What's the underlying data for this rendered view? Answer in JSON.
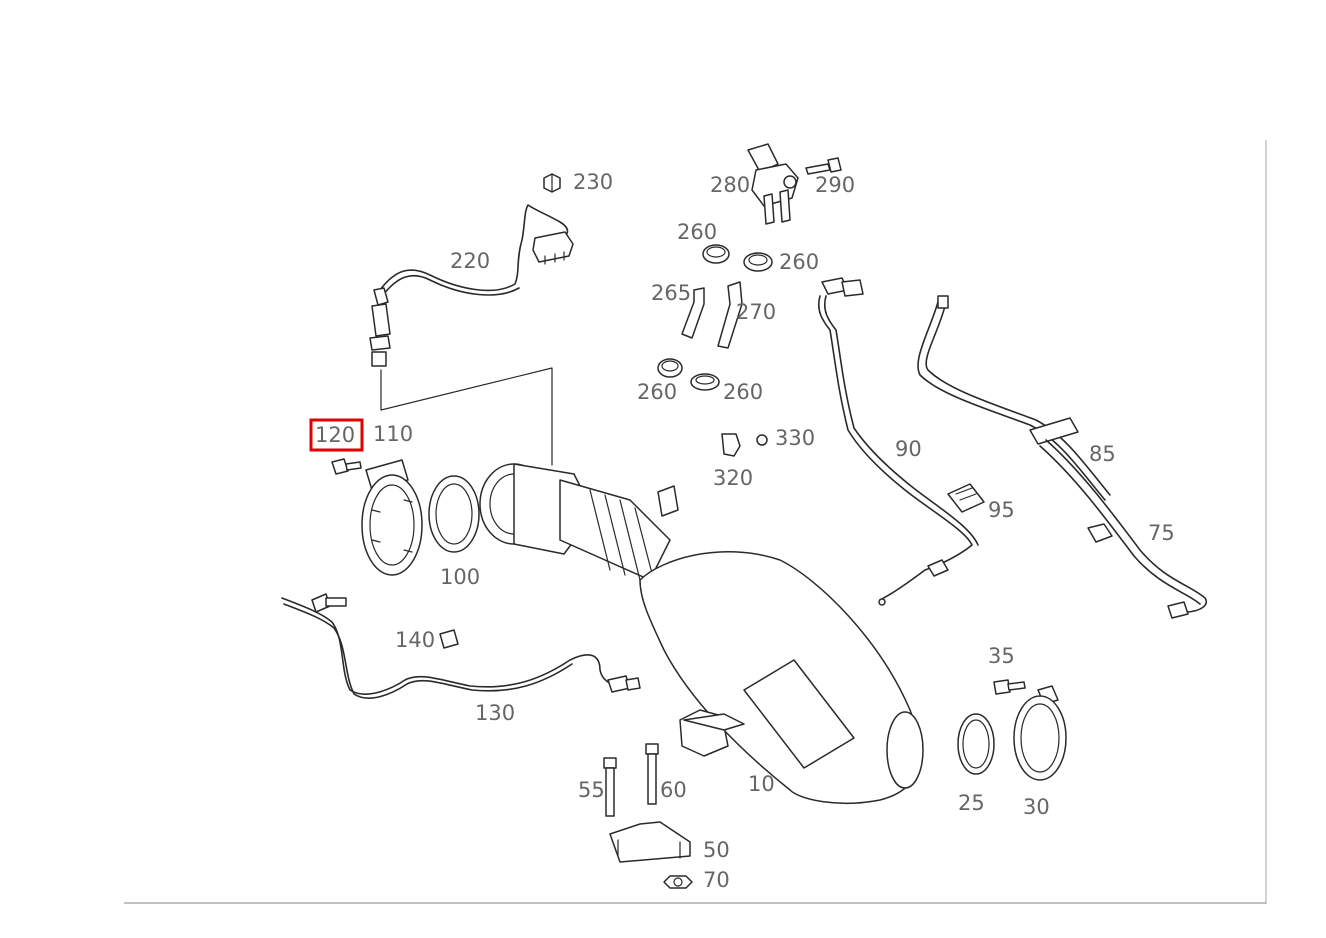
{
  "diagram": {
    "labels": [
      {
        "key": "p230",
        "text": "230"
      },
      {
        "key": "p280",
        "text": "280"
      },
      {
        "key": "p290",
        "text": "290"
      },
      {
        "key": "p220",
        "text": "220"
      },
      {
        "key": "p260a",
        "text": "260"
      },
      {
        "key": "p260b",
        "text": "260"
      },
      {
        "key": "p265",
        "text": "265"
      },
      {
        "key": "p270",
        "text": "270"
      },
      {
        "key": "p260c",
        "text": "260"
      },
      {
        "key": "p260d",
        "text": "260"
      },
      {
        "key": "p120",
        "text": "120"
      },
      {
        "key": "p110",
        "text": "110"
      },
      {
        "key": "p330",
        "text": "330"
      },
      {
        "key": "p320",
        "text": "320"
      },
      {
        "key": "p90",
        "text": "90"
      },
      {
        "key": "p85",
        "text": "85"
      },
      {
        "key": "p95",
        "text": "95"
      },
      {
        "key": "p75",
        "text": "75"
      },
      {
        "key": "p100",
        "text": "100"
      },
      {
        "key": "p140",
        "text": "140"
      },
      {
        "key": "p35",
        "text": "35"
      },
      {
        "key": "p130",
        "text": "130"
      },
      {
        "key": "p55",
        "text": "55"
      },
      {
        "key": "p60",
        "text": "60"
      },
      {
        "key": "p10",
        "text": "10"
      },
      {
        "key": "p25",
        "text": "25"
      },
      {
        "key": "p30",
        "text": "30"
      },
      {
        "key": "p50",
        "text": "50"
      },
      {
        "key": "p70",
        "text": "70"
      }
    ],
    "highlighted_part": "120",
    "highlight_color": "#e00000",
    "line_color": "#2a2a2a",
    "label_color": "#666666"
  }
}
